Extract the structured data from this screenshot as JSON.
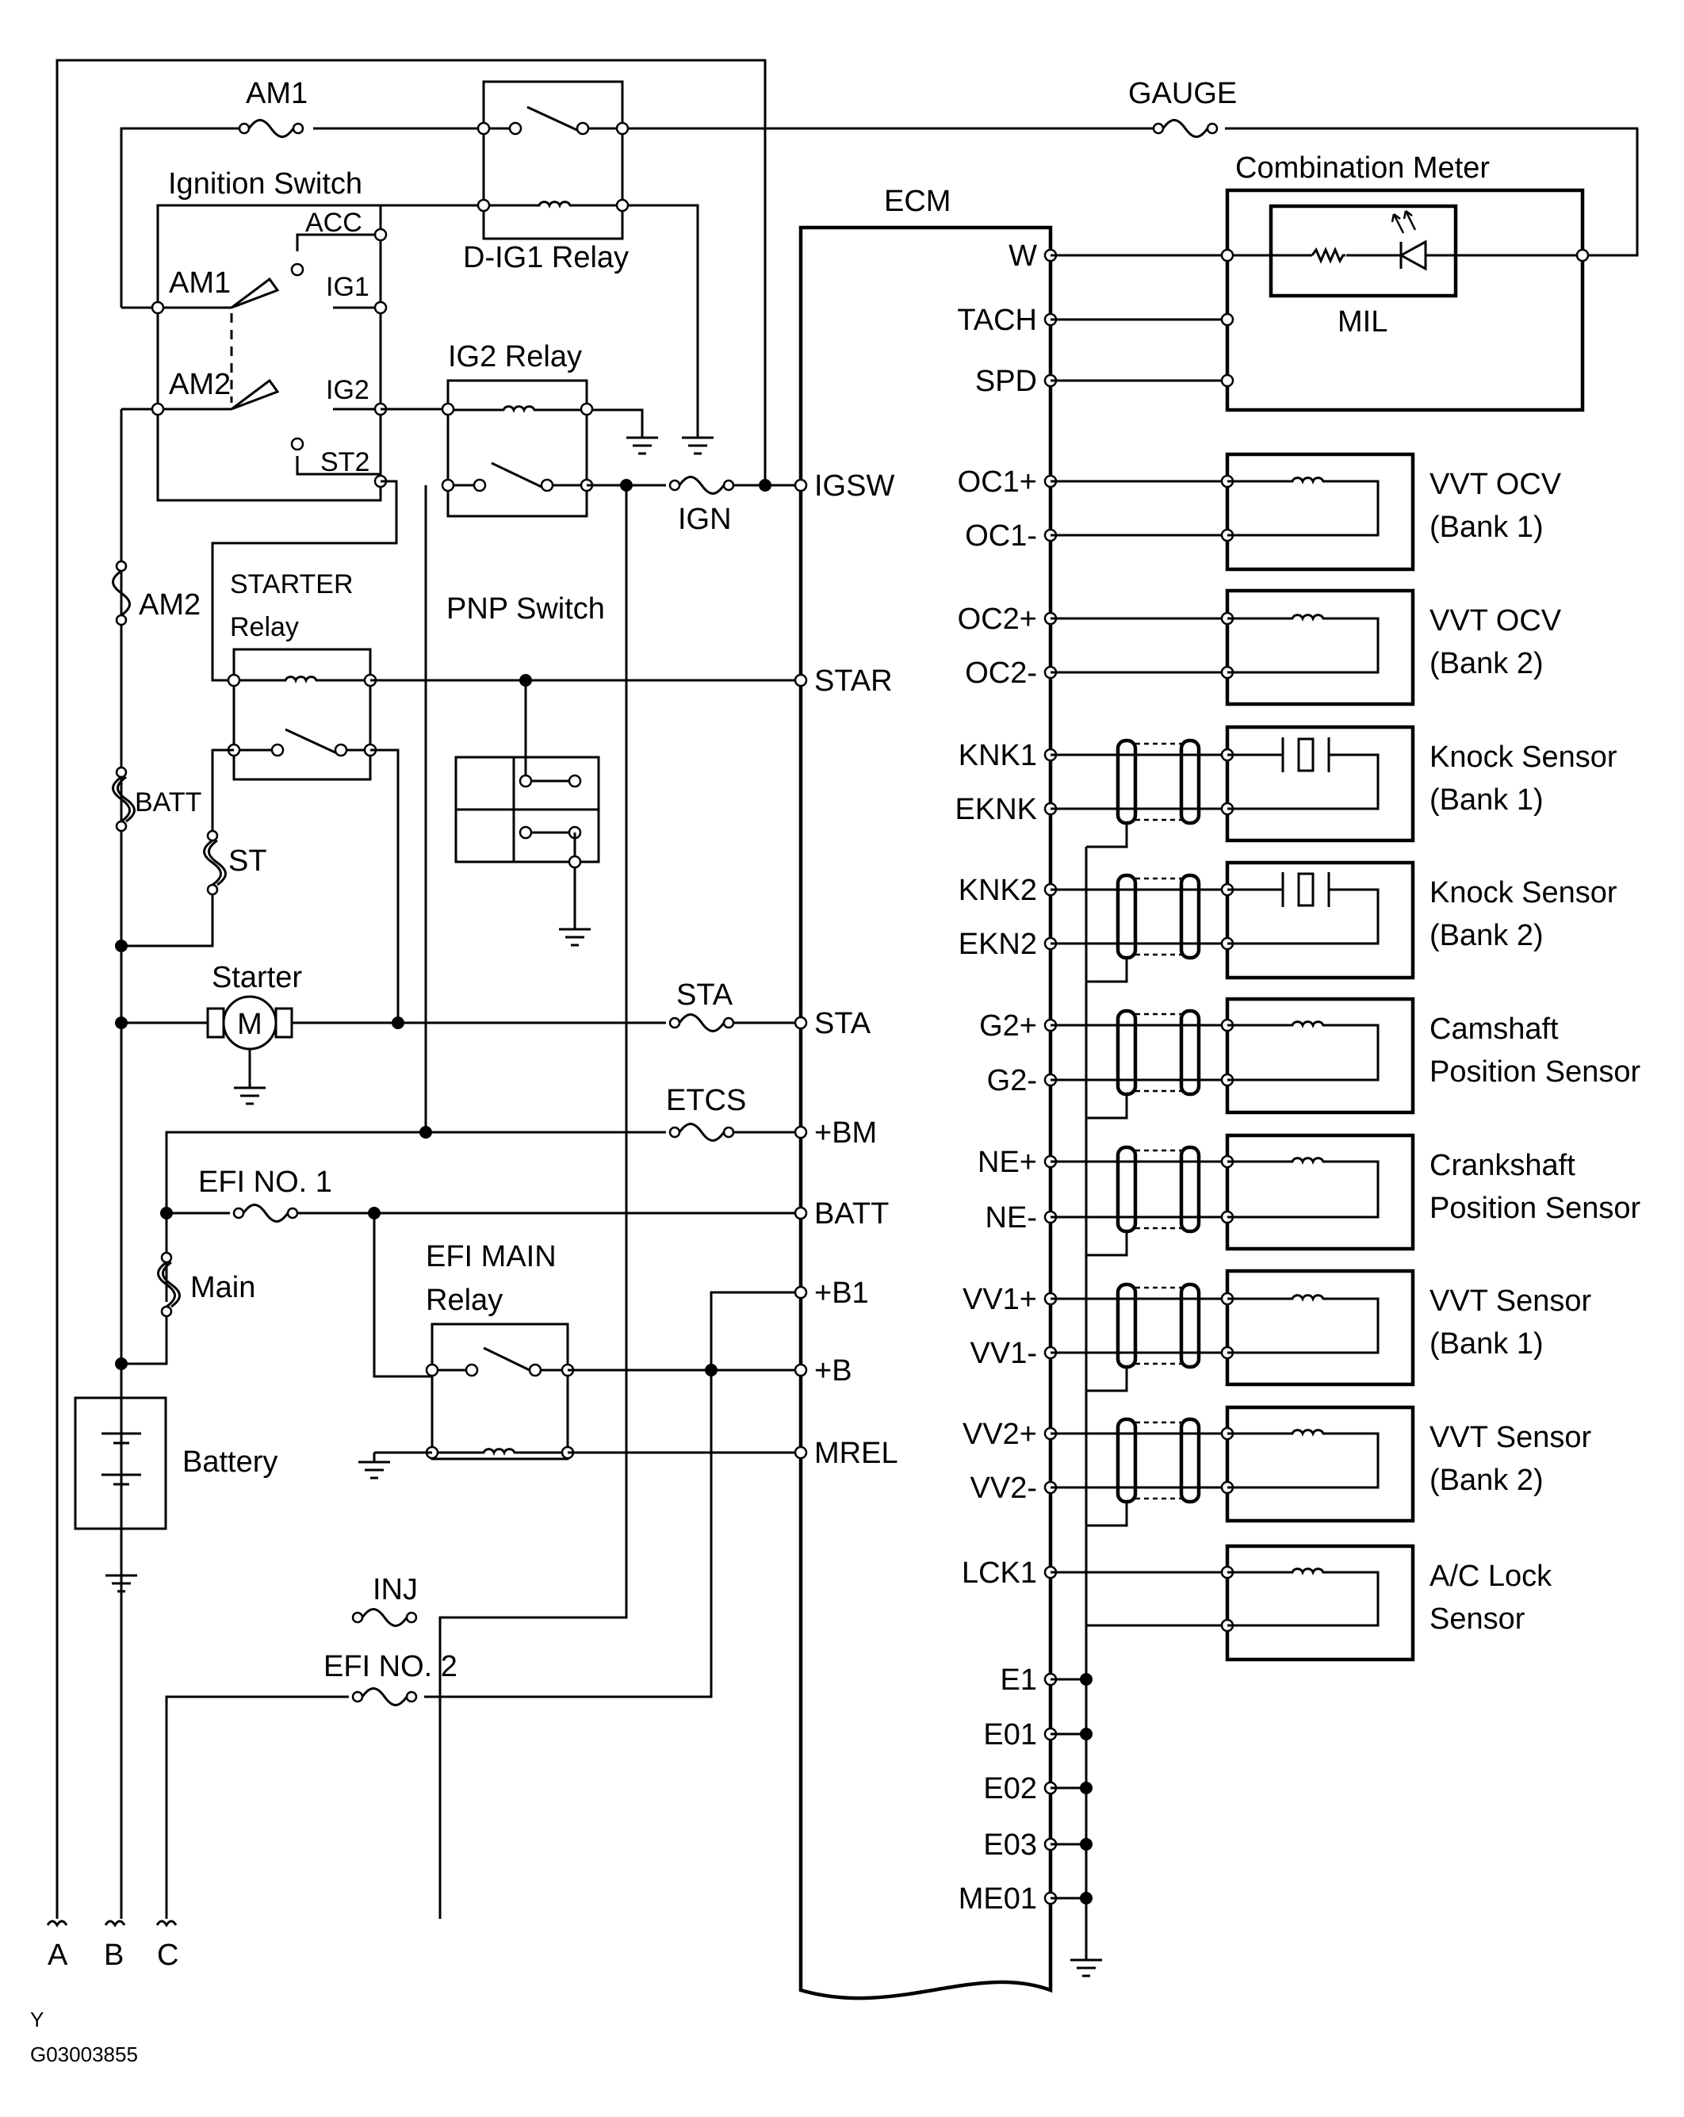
{
  "fuses": {
    "am1": "AM1",
    "gauge": "GAUGE",
    "am2": "AM2",
    "batt": "BATT",
    "st": "ST",
    "ign": "IGN",
    "sta": "STA",
    "etcs": "ETCS",
    "efi_no1": "EFI NO. 1",
    "main": "Main",
    "inj": "INJ",
    "efi_no2": "EFI NO. 2"
  },
  "ignition_switch": {
    "title": "Ignition Switch",
    "acc": "ACC",
    "am1": "AM1",
    "ig1": "IG1",
    "am2": "AM2",
    "ig2": "IG2",
    "st2": "ST2"
  },
  "relays": {
    "dig1": "D-IG1  Relay",
    "ig2": "IG2 Relay",
    "starter_1": "STARTER",
    "starter_2": "Relay",
    "efi_main_1": "EFI MAIN",
    "efi_main_2": "Relay"
  },
  "components": {
    "pnp_switch": "PNP Switch",
    "starter": "Starter",
    "motor_symbol": "M",
    "battery": "Battery",
    "ecm": "ECM",
    "combination_meter": "Combination Meter",
    "mil": "MIL"
  },
  "ecm_left_terminals": [
    "IGSW",
    "STAR",
    "STA",
    "+BM",
    "BATT",
    "+B1",
    "+B",
    "MREL"
  ],
  "ecm_right_terminals": [
    "W",
    "TACH",
    "SPD",
    "OC1+",
    "OC1-",
    "OC2+",
    "OC2-",
    "KNK1",
    "EKNK",
    "KNK2",
    "EKN2",
    "G2+",
    "G2-",
    "NE+",
    "NE-",
    "VV1+",
    "VV1-",
    "VV2+",
    "VV2-",
    "LCK1",
    "E1",
    "E01",
    "E02",
    "E03",
    "ME01"
  ],
  "sensors": [
    {
      "line1": "VVT OCV",
      "line2": "(Bank 1)"
    },
    {
      "line1": "VVT OCV",
      "line2": "(Bank 2)"
    },
    {
      "line1": "Knock Sensor",
      "line2": "(Bank 1)"
    },
    {
      "line1": "Knock Sensor",
      "line2": "(Bank 2)"
    },
    {
      "line1": "Camshaft",
      "line2": "Position Sensor"
    },
    {
      "line1": "Crankshaft",
      "line2": "Position Sensor"
    },
    {
      "line1": "VVT Sensor",
      "line2": "(Bank 1)"
    },
    {
      "line1": "VVT Sensor",
      "line2": "(Bank 2)"
    },
    {
      "line1": "A/C Lock",
      "line2": "Sensor"
    }
  ],
  "connectors": [
    "A",
    "B",
    "C"
  ],
  "footer": {
    "code": "Y",
    "figure_id": "G03003855"
  }
}
